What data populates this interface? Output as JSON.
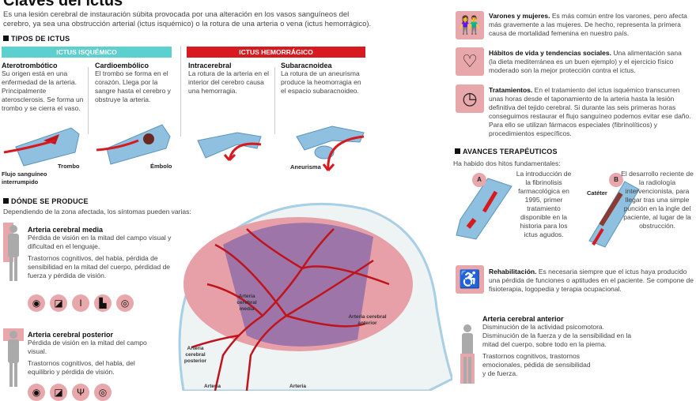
{
  "title": "Claves del ictus",
  "intro": "Es una lesión cerebral de instauración súbita provocada por una alteración en los vasos sanguíneos del cerebro, ya sea una obstrucción arterial (ictus isquémico) o la rotura de una arteria o vena (ictus hemorrágico).",
  "tipos": {
    "heading": "TIPOS DE ICTUS",
    "isquemico": "ICTUS ISQUÉMICO",
    "hemorragico": "ICTUS HEMORRÁGICO",
    "types": [
      {
        "name": "Aterotrombótico",
        "text": "Su origen está en una enfermedad de la arteria. Principalmente aterosclerosis. Se forma un trombo y se cierra el vaso.",
        "labels": [
          "Flujo sanguíneo interrumpido",
          "Trombo"
        ]
      },
      {
        "name": "Cardioembólico",
        "text": "El trombo se forma en el corazón. Llega por la sangre hasta el cerebro y obstruye la arteria.",
        "labels": [
          "Émbolo"
        ]
      },
      {
        "name": "Intracerebral",
        "text": "La rotura de la arteria en el interior del cerebro causa una hemorragia.",
        "labels": []
      },
      {
        "name": "Subaracnoidea",
        "text": "La rotura de un aneurisma produce la heomorragia en el espacio subaracnoideo.",
        "labels": [
          "Aneurisma"
        ]
      }
    ]
  },
  "donde": {
    "heading": "DÓNDE SE PRODUCE",
    "subtitle": "Dependiendo de la zona afectada, los síntomas pueden varias:",
    "media": {
      "name": "Arteria cerebral media",
      "text1": "Pérdida de visión en la mitad del campo visual y dificultad en el lenguaje.",
      "text2": "Trastornos cognitivos, del habla, pérdida de sensibilidad en la mitad del cuerpo, pérdidad de fuerza y pérdida de visión."
    },
    "posterior": {
      "name": "Arteria cerebral posterior",
      "text1": "Pérdida de visión en la mitad del campo visual.",
      "text2": "Trastornos cognitivos, del habla, del equilibrio y pérdida de visión."
    },
    "anterior": {
      "name": "Arteria cerebral anterior",
      "text1": "Disminución de la actividad psicomotora. Disminución de la fuerza y de la sensibilidad en la mitad del cuerpo, sobre todo en la pierna.",
      "text2": "Trastornos cognitivos, trastornos emocionales, pédida de sensibilidad y de fuerza."
    },
    "head_labels": {
      "media": "Arteria cerebral media",
      "anterior": "Arteria cerebral anterior",
      "posterior": "Arteria cerebral posterior",
      "bottom1": "Arteria",
      "bottom2": "Arteria"
    }
  },
  "factors": [
    {
      "icon": "couple-icon",
      "title": "Varones y mujeres.",
      "text": "Es más común entre los varones, pero afecta más gravemente a las mujeres. De hecho, representa la primera causa de mortalidad femenina en nuestro país."
    },
    {
      "icon": "apple-heart-icon",
      "title": "Hábitos de vida y tendencias sociales.",
      "text": "Una alimentación sana (la dieta mediterránea es un buen ejemplo) y el ejercicio físico moderado son la mejor protección contra el ictus."
    },
    {
      "icon": "clock-icon",
      "title": "Tratamientos.",
      "text": "En el tratamiento del ictus isquémico transcurren unas horas desde el taponamiento de la arteria hasta la lesión definitiva del tejido cerebral. Si durante las seis primeras horas conseguimos restaurar el flujo sanguíneo podemos evitar ese daño. Para ello se utilizan fármacos especiales (fibrinolíticos) y procedimientos específicos."
    }
  ],
  "avances": {
    "heading": "AVANCES TERAPÉUTICOS",
    "subtitle": "Ha habido dos hitos fundamentales:",
    "a": {
      "badge": "A",
      "text": "La introducción de la fibrinolisis farmacológica en 1995, primer tratamiento disponible en la historia para los ictus agudos."
    },
    "b": {
      "badge": "B",
      "label": "Catéter",
      "text": "El desarrollo reciente de la radiología intervencionista, para llegar tras una simple punción en la ingle del paciente, al lugar de la obstrucción."
    }
  },
  "rehab": {
    "title": "Rehabilitación.",
    "text": "Es necesaria siempre que el ictus haya producido una pérdida de funciones o aptitudes en el paciente. Se compone de fisioterapia, logopedia y terapia ocupacional."
  },
  "colors": {
    "teal": "#5ccfcf",
    "red": "#d71920",
    "pink": "#e8a7ab",
    "vessel": "#8fc0e0",
    "artery": "#c0141c",
    "purple": "#8a6aa8"
  }
}
